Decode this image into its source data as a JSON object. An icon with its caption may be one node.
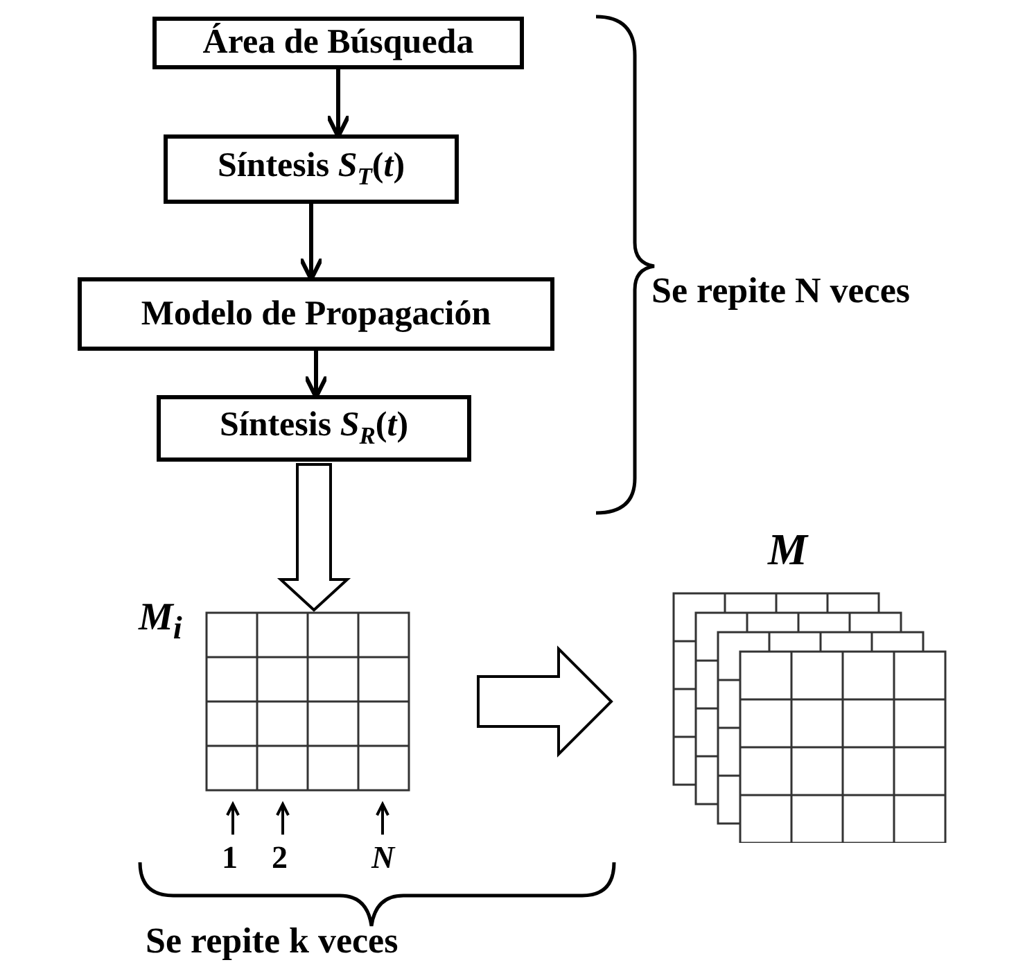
{
  "diagram": {
    "nodes": [
      {
        "text": [
          "Área de Búsqueda"
        ]
      },
      {
        "text": [
          "Síntesis *S*$_{T}$(*t*)"
        ]
      },
      {
        "text": [
          "Modelo de Propagación"
        ]
      },
      {
        "text": [
          "Síntesis *S*$_{R}$(*t*)"
        ]
      },
      {
        "text": [
          "M$_{i}$"
        ]
      },
      {
        "text": [
          "M"
        ]
      }
    ],
    "edges": [
      {
        "from": 0,
        "to": 1,
        "arrow": "to"
      },
      {
        "from": 1,
        "to": 2,
        "arrow": "to"
      },
      {
        "from": 2,
        "to": 3,
        "arrow": "to"
      },
      {
        "from": 3,
        "to": 4,
        "arrow": "to",
        "style": "thick"
      },
      {
        "from": 4,
        "to": 5,
        "arrow": "to",
        "style": "thick"
      }
    ],
    "labels": [
      "Se repite N veces",
      "1",
      "2",
      "N",
      "Se repite k veces"
    ]
  }
}
